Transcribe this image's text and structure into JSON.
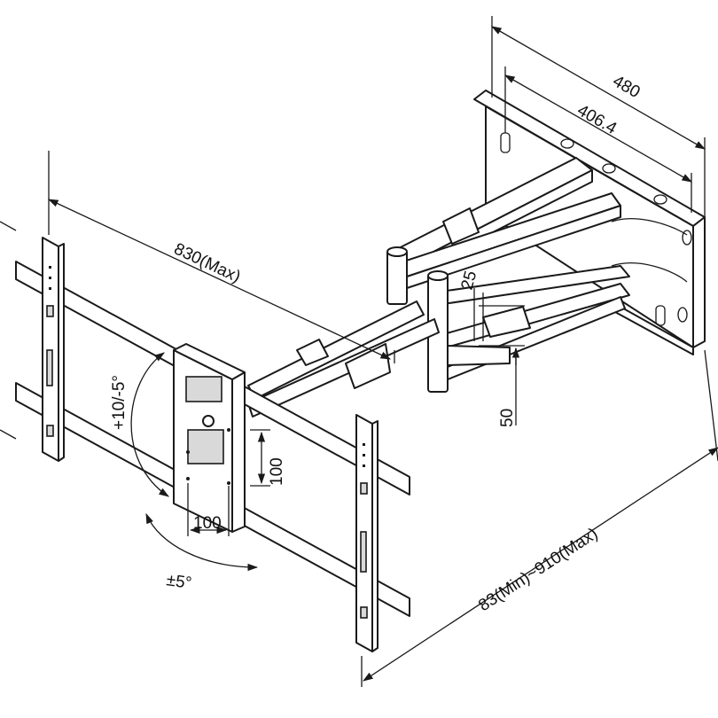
{
  "dimensions": {
    "plate_width": "480",
    "hole_spacing": "406.4",
    "arm_length": "830(Max)",
    "extension": "83(Min)~910(Max)",
    "tilt": "+10/-5°",
    "swivel": "±5°",
    "vesa_vertical": "100",
    "vesa_horizontal": "100",
    "height_adjust": "50",
    "offset": "25"
  }
}
